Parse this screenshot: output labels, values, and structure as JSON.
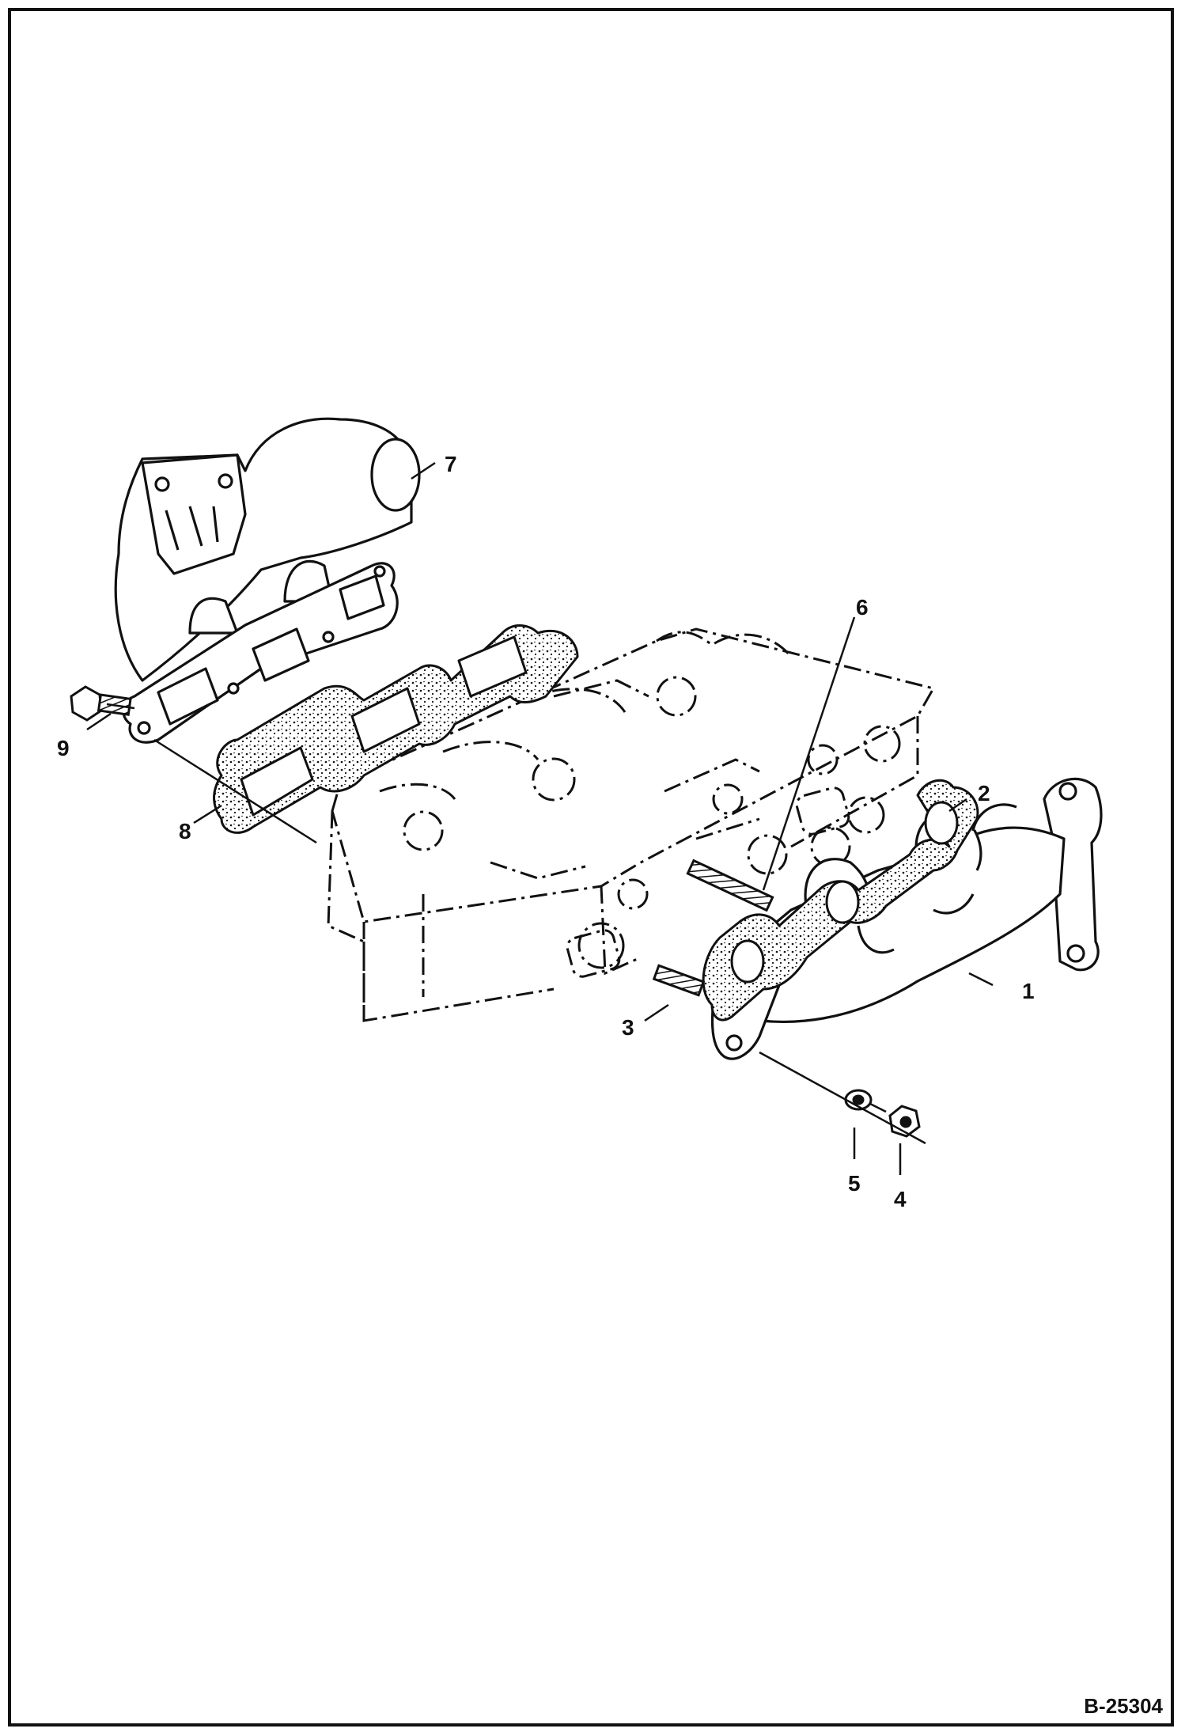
{
  "figure_id": "B-25304",
  "callouts": [
    "1",
    "2",
    "3",
    "4",
    "5",
    "6",
    "7",
    "8",
    "9"
  ]
}
